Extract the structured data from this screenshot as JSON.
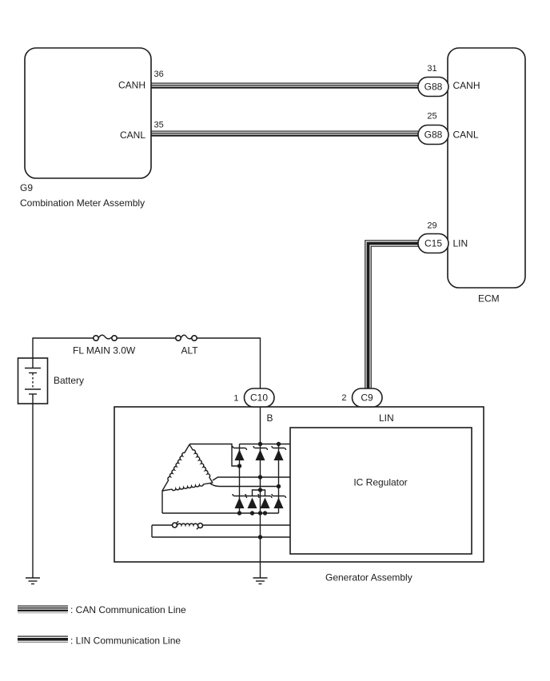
{
  "meter": {
    "id": "G9",
    "name": "Combination Meter Assembly",
    "canh_pin": "36",
    "canh_label": "CANH",
    "canl_pin": "35",
    "canl_label": "CANL"
  },
  "ecm": {
    "name": "ECM",
    "canh": {
      "pin": "31",
      "connector": "G88",
      "label": "CANH"
    },
    "canl": {
      "pin": "25",
      "connector": "G88",
      "label": "CANL"
    },
    "lin": {
      "pin": "29",
      "connector": "C15",
      "label": "LIN"
    }
  },
  "power": {
    "battery_label": "Battery",
    "fuse_main": "FL MAIN 3.0W",
    "fuse_alt": "ALT"
  },
  "generator": {
    "name": "Generator Assembly",
    "regulator_label": "IC Regulator",
    "b": {
      "pin": "1",
      "connector": "C10",
      "label": "B"
    },
    "lin": {
      "pin": "2",
      "connector": "C9",
      "label": "LIN"
    }
  },
  "legend": {
    "can_label": ": CAN Communication Line",
    "lin_label": ": LIN Communication Line"
  },
  "colors": {
    "line": "#1c1c1c",
    "background": "#ffffff"
  }
}
